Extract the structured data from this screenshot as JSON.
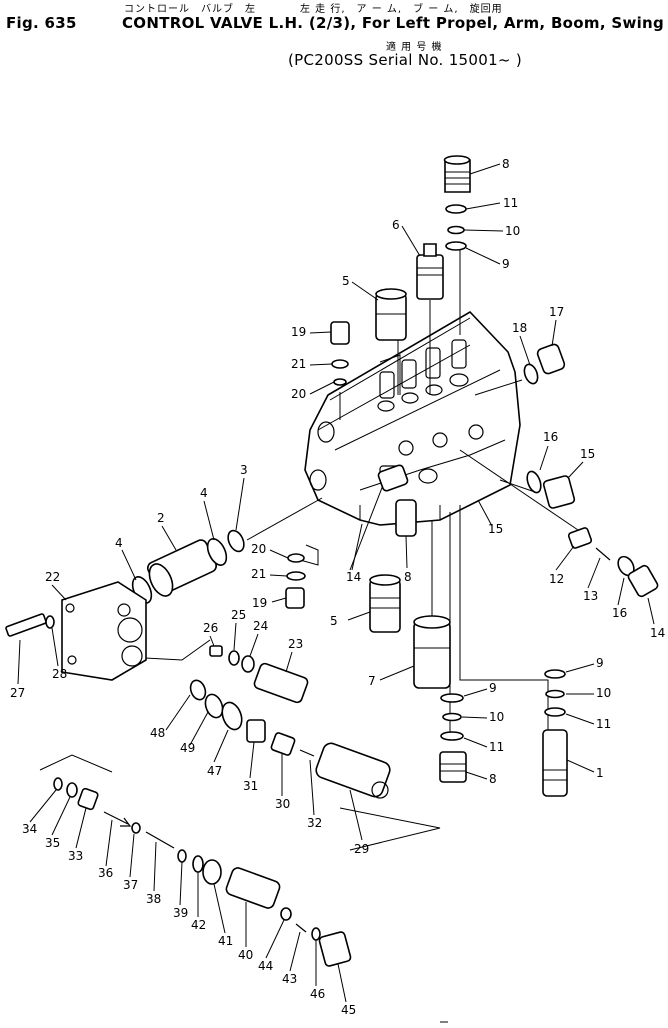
{
  "header": {
    "japanese_top": "コントロール　バルブ　左　　　　左 走 行,　ア ー ム,　ブ ー ム,　旋回用",
    "figure_no": "Fig. 635",
    "title": "CONTROL VALVE L.H. (2/3), For Left Propel, Arm, Boom, Swing",
    "applicable_jp": "適 用 号 機",
    "serial": "(PC200SS Serial No. 15001~ )"
  },
  "callouts": {
    "c8a": "8",
    "c11a": "11",
    "c10a": "10",
    "c9a": "9",
    "c6": "6",
    "c5a": "5",
    "c17": "17",
    "c18": "18",
    "c19a": "19",
    "c21a": "21",
    "c20a": "20",
    "c16a": "16",
    "c15a": "15",
    "c3": "3",
    "c4a": "4",
    "c2": "2",
    "c15b": "15",
    "c20b": "20",
    "c21b": "21",
    "c14a": "14",
    "c8b": "8",
    "c12": "12",
    "c13": "13",
    "c16b": "16",
    "c14b": "14",
    "c4b": "4",
    "c19b": "19",
    "c22": "22",
    "c26": "26",
    "c25": "25",
    "c24": "24",
    "c5b": "5",
    "c23": "23",
    "c9b": "9",
    "c10b": "10",
    "c11b": "11",
    "c7": "7",
    "c9c": "9",
    "c10c": "10",
    "c11c": "11",
    "c27": "27",
    "c28": "28",
    "c48": "48",
    "c49": "49",
    "c47": "47",
    "c31": "31",
    "c30": "30",
    "c32": "32",
    "c8c": "8",
    "c1": "1",
    "c29": "29",
    "c34": "34",
    "c35": "35",
    "c33": "33",
    "c36": "36",
    "c37": "37",
    "c38": "38",
    "c39": "39",
    "c42": "42",
    "c41": "41",
    "c40": "40",
    "c44": "44",
    "c43": "43",
    "c46": "46",
    "c45": "45"
  }
}
